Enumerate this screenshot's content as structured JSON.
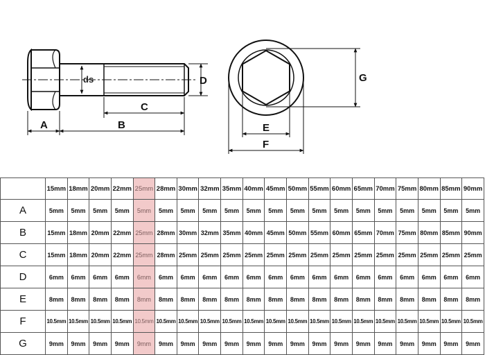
{
  "drawing": {
    "labels": {
      "A": "A",
      "B": "B",
      "C": "C",
      "D": "D",
      "ds": "ds",
      "E": "E",
      "F": "F",
      "G": "G"
    }
  },
  "table": {
    "columns": [
      "15mm",
      "18mm",
      "20mm",
      "22mm",
      "25mm",
      "28mm",
      "30mm",
      "32mm",
      "35mm",
      "40mm",
      "45mm",
      "50mm",
      "55mm",
      "60mm",
      "65mm",
      "70mm",
      "75mm",
      "80mm",
      "85mm",
      "90mm"
    ],
    "highlight_column": 4,
    "highlight_color": "#f2caca",
    "rows": [
      {
        "label": "A",
        "values": [
          "5mm",
          "5mm",
          "5mm",
          "5mm",
          "5mm",
          "5mm",
          "5mm",
          "5mm",
          "5mm",
          "5mm",
          "5mm",
          "5mm",
          "5mm",
          "5mm",
          "5mm",
          "5mm",
          "5mm",
          "5mm",
          "5mm",
          "5mm"
        ]
      },
      {
        "label": "B",
        "values": [
          "15mm",
          "18mm",
          "20mm",
          "22mm",
          "25mm",
          "28mm",
          "30mm",
          "32mm",
          "35mm",
          "40mm",
          "45mm",
          "50mm",
          "55mm",
          "60mm",
          "65mm",
          "70mm",
          "75mm",
          "80mm",
          "85mm",
          "90mm"
        ]
      },
      {
        "label": "C",
        "values": [
          "15mm",
          "18mm",
          "20mm",
          "22mm",
          "25mm",
          "28mm",
          "25mm",
          "25mm",
          "25mm",
          "25mm",
          "25mm",
          "25mm",
          "25mm",
          "25mm",
          "25mm",
          "25mm",
          "25mm",
          "25mm",
          "25mm",
          "25mm"
        ]
      },
      {
        "label": "D",
        "values": [
          "6mm",
          "6mm",
          "6mm",
          "6mm",
          "6mm",
          "6mm",
          "6mm",
          "6mm",
          "6mm",
          "6mm",
          "6mm",
          "6mm",
          "6mm",
          "6mm",
          "6mm",
          "6mm",
          "6mm",
          "6mm",
          "6mm",
          "6mm"
        ]
      },
      {
        "label": "E",
        "values": [
          "8mm",
          "8mm",
          "8mm",
          "8mm",
          "8mm",
          "8mm",
          "8mm",
          "8mm",
          "8mm",
          "8mm",
          "8mm",
          "8mm",
          "8mm",
          "8mm",
          "8mm",
          "8mm",
          "8mm",
          "8mm",
          "8mm",
          "8mm"
        ]
      },
      {
        "label": "F",
        "values": [
          "10.5mm",
          "10.5mm",
          "10.5mm",
          "10.5mm",
          "10.5mm",
          "10.5mm",
          "10.5mm",
          "10.5mm",
          "10.5mm",
          "10.5mm",
          "10.5mm",
          "10.5mm",
          "10.5mm",
          "10.5mm",
          "10.5mm",
          "10.5mm",
          "10.5mm",
          "10.5mm",
          "10.5mm",
          "10.5mm"
        ]
      },
      {
        "label": "G",
        "values": [
          "9mm",
          "9mm",
          "9mm",
          "9mm",
          "9mm",
          "9mm",
          "9mm",
          "9mm",
          "9mm",
          "9mm",
          "9mm",
          "9mm",
          "9mm",
          "9mm",
          "9mm",
          "9mm",
          "9mm",
          "9mm",
          "9mm",
          "9mm"
        ]
      }
    ]
  }
}
